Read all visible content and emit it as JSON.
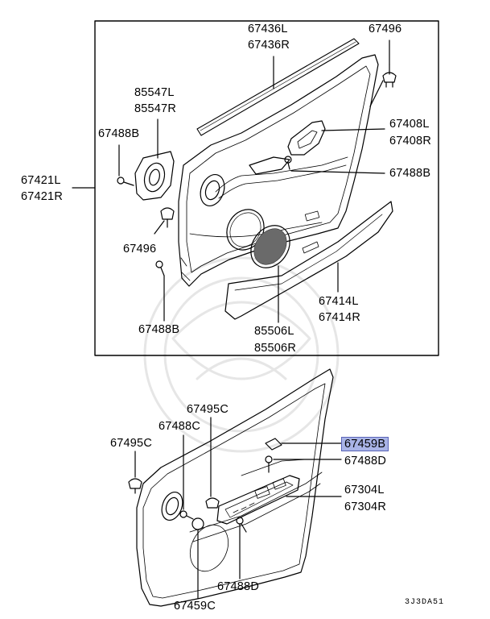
{
  "upper_group": {
    "part_67436": [
      "67436L",
      "67436R"
    ],
    "part_67496_top": "67496",
    "part_85547": [
      "85547L",
      "85547R"
    ],
    "part_67408": [
      "67408L",
      "67408R"
    ],
    "part_67488B_left": "67488B",
    "part_67488B_right": "67488B",
    "part_67421": [
      "67421L",
      "67421R"
    ],
    "part_67496_mid": "67496",
    "part_67414": [
      "67414L",
      "67414R"
    ],
    "part_67488B_bottom": "67488B",
    "part_85506": [
      "85506L",
      "85506R"
    ]
  },
  "lower_group": {
    "part_67495C_top": "67495C",
    "part_67488C": "67488C",
    "part_67495C_left": "67495C",
    "part_67459B": "67459B",
    "part_67488D_right": "67488D",
    "part_67304": [
      "67304L",
      "67304R"
    ],
    "part_67488D_bottom": "67488D",
    "part_67459C": "67459C"
  },
  "diagram_code": "3J3DA51",
  "highlight_color": "#a9b4e6"
}
